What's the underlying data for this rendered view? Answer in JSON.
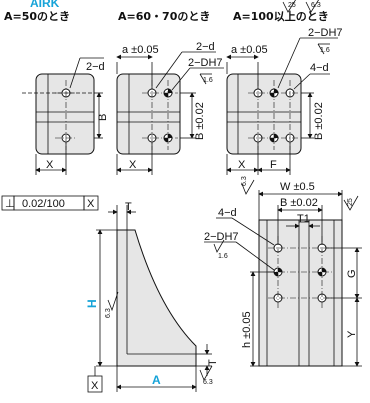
{
  "title": "AIRK",
  "headers": {
    "a50": "A=50のとき",
    "a6070": "A=60・70のとき",
    "a100": "A=100以上のとき"
  },
  "dims": {
    "two_d": "2−d",
    "two_dh7": "2−DH7",
    "four_d": "4−d",
    "a_tol": "a ±0.05",
    "b": "B",
    "b_tol": "B ±0.02",
    "x": "X",
    "f": "F",
    "w_tol": "W ±0.5",
    "t": "T",
    "t1": "T1",
    "h": "H",
    "a": "A",
    "h_tol": "h ±0.05",
    "g": "G",
    "y": "Y",
    "flatness": "0.02/100",
    "datum": "X",
    "perp_symbol": "⊥",
    "rough_16": "1.6",
    "rough_63": "6.3",
    "rough_25": "25"
  }
}
